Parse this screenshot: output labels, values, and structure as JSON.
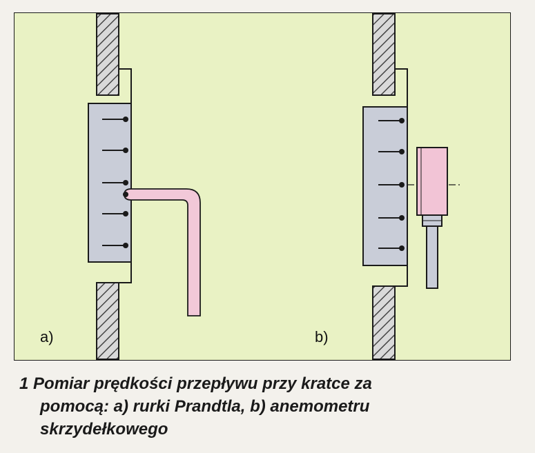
{
  "colors": {
    "background": "#e9f2c4",
    "grille": "#c9cdd8",
    "tube": "#f2c8d8",
    "anemometer_body": "#f2c4d6",
    "wall_hatch": "#555555",
    "outline": "#1a1a1a"
  },
  "panels": {
    "a": {
      "label": "a)"
    },
    "b": {
      "label": "b)"
    }
  },
  "caption": {
    "number": "1",
    "line1": "Pomiar prędkości przepływu przy kratce za",
    "line2": "pomocą: a) rurki Prandtla, b) anemometru",
    "line3": "skrzydełkowego"
  }
}
